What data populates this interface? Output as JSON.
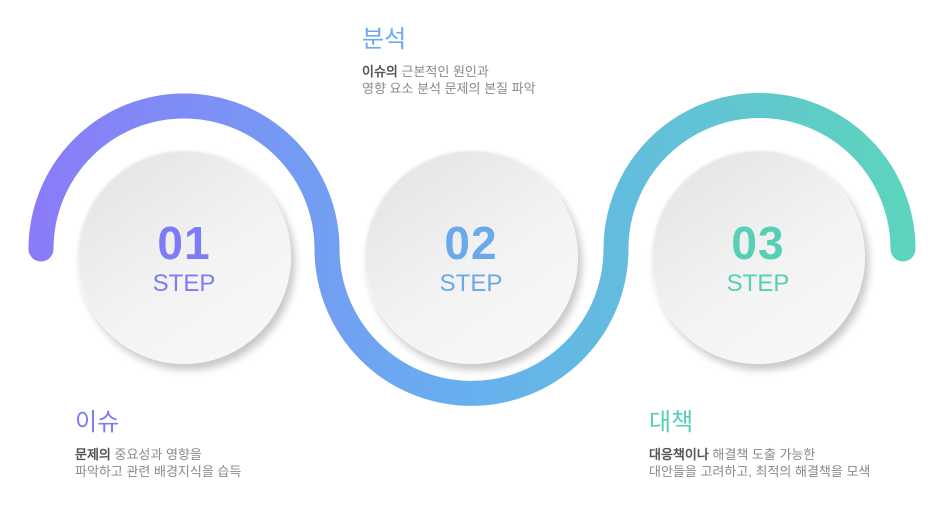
{
  "colors": {
    "purple": "#7b7cf6",
    "blue": "#6ba9ec",
    "teal": "#55cfb6",
    "wave_start": "#8a7cf9",
    "wave_mid": "#66b0ef",
    "wave_end": "#5dd4bd"
  },
  "steps": [
    {
      "number": "01",
      "step_label": "STEP",
      "title": "이슈",
      "desc_bold": "문제의",
      "desc_line1": " 중요성과 영향을",
      "desc_line2": "파악하고 관련 배경지식을 습득"
    },
    {
      "number": "02",
      "step_label": "STEP",
      "title": "분석",
      "desc_bold": "이슈의",
      "desc_line1": " 근본적인 원인과",
      "desc_line2": "영향 요소 분석 문제의 본질 파악"
    },
    {
      "number": "03",
      "step_label": "STEP",
      "title": "대책",
      "desc_bold": "대응책이나",
      "desc_line1": " 해결책 도출 가능한",
      "desc_line2": "대안들을 고려하고, 최적의 해결책을 모색"
    }
  ]
}
